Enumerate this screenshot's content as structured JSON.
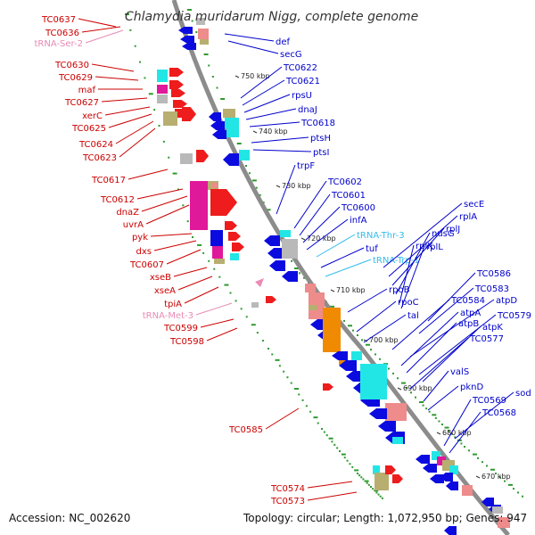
{
  "title": "Chlamydia muridarum Nigg, complete genome",
  "footer": {
    "accession": "Accession: NC_002620",
    "topology": "Topology: circular; Length: 1,072,950 bp; Genes: 947"
  },
  "colors": {
    "backbone": "#8c8c8c",
    "forward": "#ee1c1c",
    "reverse": "#0b0be0",
    "trna": "#e98bb5",
    "trna_reverse": "#33bbee",
    "dots": "#2f9a2f",
    "label_forward": "#cc0000",
    "label_reverse": "#0000cc",
    "cog_cyan": "#22e6e6",
    "cog_magenta": "#e0189a",
    "cog_orange": "#f08a00",
    "cog_olive": "#b8ae70",
    "cog_salmon": "#ee8b8b",
    "cog_grey": "#b9b9b9"
  },
  "ticks": [
    "750 kbp",
    "740 kbp",
    "730 kbp",
    "720 kbp",
    "710 kbp",
    "700 kbp",
    "690 kbp",
    "680 kbp",
    "670 kbp"
  ],
  "left_labels": [
    "TC0637",
    "TC0636",
    "tRNA-Ser-2",
    "TC0630",
    "TC0629",
    "maf",
    "TC0627",
    "xerC",
    "TC0625",
    "TC0624",
    "TC0623",
    "TC0617",
    "TC0612",
    "dnaZ",
    "uvrA",
    "pyk",
    "dxs",
    "TC0607",
    "xseB",
    "xseA",
    "tpiA",
    "tRNA-Met-3",
    "TC0599",
    "TC0598",
    "TC0585",
    "TC0574",
    "TC0573"
  ],
  "right_labels": [
    "def",
    "secG",
    "TC0622",
    "TC0621",
    "rpsU",
    "dnaJ",
    "TC0618",
    "ptsH",
    "ptsI",
    "trpF",
    "TC0602",
    "TC0601",
    "TC0600",
    "infA",
    "tRNA-Thr-3",
    "tuf",
    "tRNA-Trp-1",
    "secE",
    "rplA",
    "rplJ",
    "nusG",
    "rplK",
    "rplL",
    "TC0586",
    "rpoB",
    "TC0583",
    "rpoC",
    "TC0584",
    "atpD",
    "tal",
    "atpA",
    "TC0579",
    "atpB",
    "atpK",
    "TC0577",
    "valS",
    "pknD",
    "sod",
    "TC0569",
    "TC0568"
  ]
}
